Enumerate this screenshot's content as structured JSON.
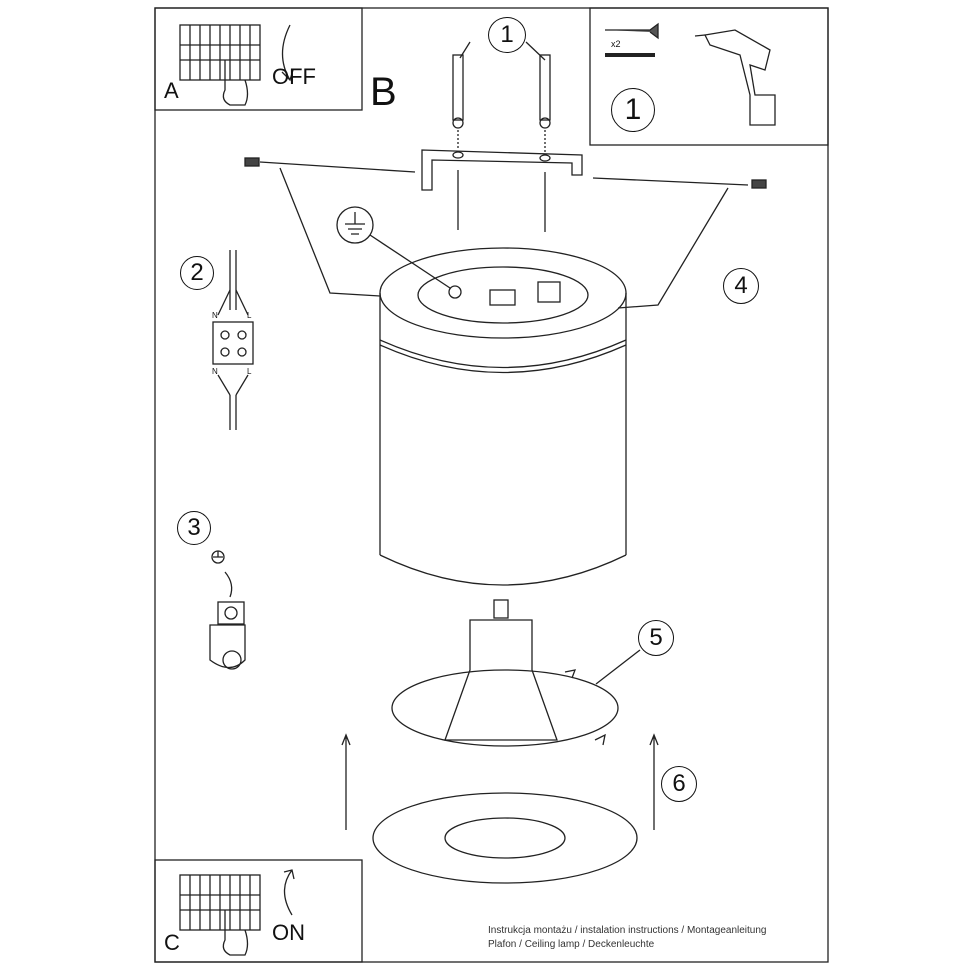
{
  "panels": {
    "a": {
      "letter": "A",
      "action": "OFF"
    },
    "b": {
      "letter": "B"
    },
    "c": {
      "letter": "C",
      "action": "ON"
    },
    "tools": {
      "step": "1",
      "quantity": "x2"
    }
  },
  "steps": [
    "1",
    "2",
    "3",
    "4",
    "5",
    "6"
  ],
  "terminal_labels": {
    "n": "N",
    "l": "L"
  },
  "footer": {
    "line1": "Instrukcja montażu / instalation instructions / Montageanleitung",
    "line2": "Plafon / Ceiling lamp / Deckenleuchte"
  }
}
